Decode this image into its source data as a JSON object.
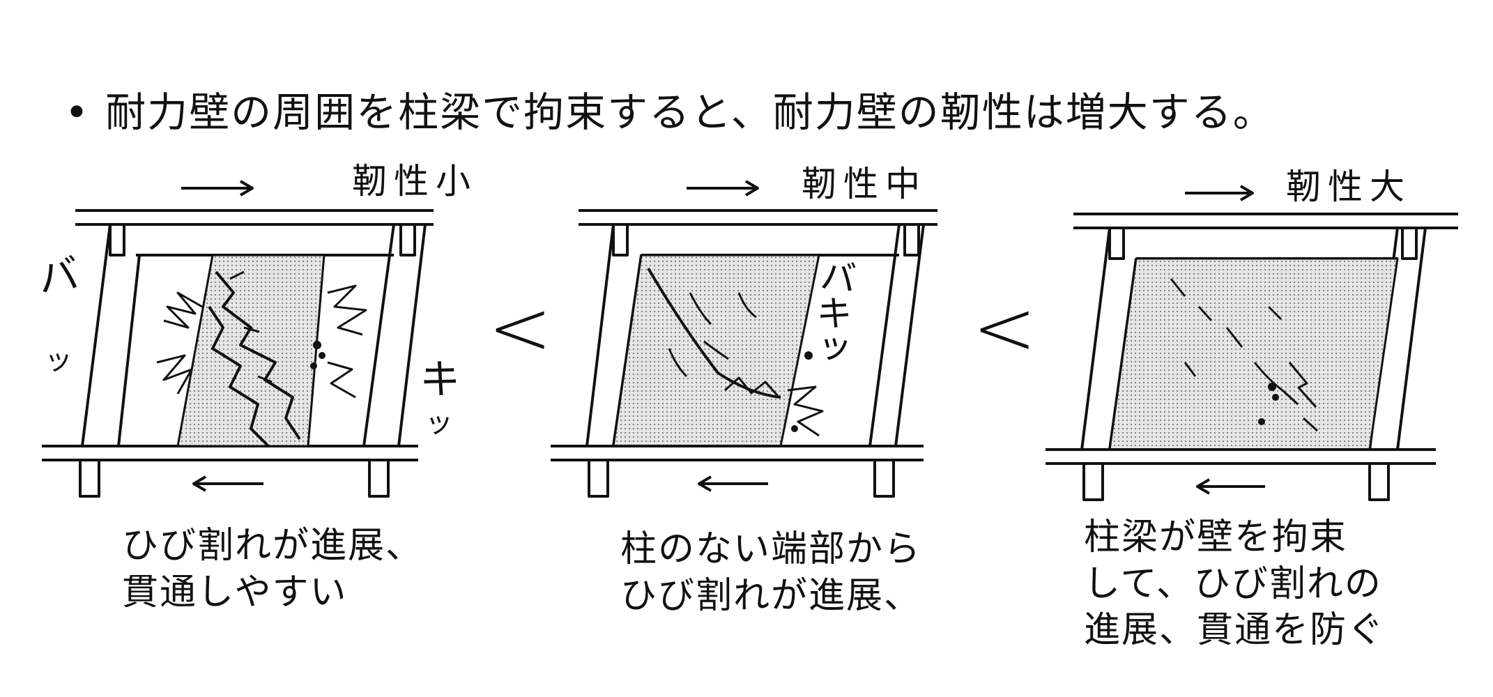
{
  "headline": "耐力壁の周囲を柱梁で拘束すると、耐力壁の靭性は増大する。",
  "bullet": "•",
  "comparison_symbol": "<",
  "panels": [
    {
      "title": "靭性小",
      "sound_effects": [
        "バ",
        "ッ",
        "キ",
        "ッ"
      ],
      "caption": "ひび割れが進展、\n貫通しやすい"
    },
    {
      "title": "靭性中",
      "sound_effects": [
        "バキッ"
      ],
      "caption": "柱のない端部から\nひび割れが進展、"
    },
    {
      "title": "靭性大",
      "sound_effects": [],
      "caption": "柱梁が壁を拘束\nして、ひび割れの\n進展、貫通を防ぐ"
    }
  ],
  "colors": {
    "ink": "#111111",
    "wall_fill": "#d9d9d9",
    "background": "#ffffff"
  }
}
